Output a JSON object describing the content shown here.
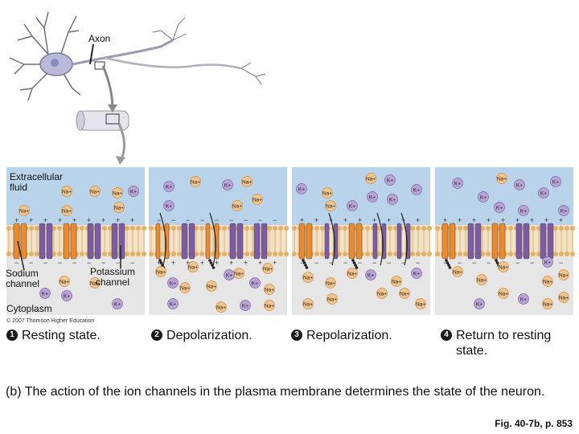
{
  "labels": {
    "axon": "Axon",
    "extracellular": "Extracellular\nfluid",
    "sodium_channel": "Sodium\nchannel",
    "potassium_channel": "Potassium\nchannel",
    "cytoplasm": "Cytoplasm",
    "copyright": "© 2007 Thomson Higher Education"
  },
  "steps": [
    {
      "num": "1",
      "text": "Resting state."
    },
    {
      "num": "2",
      "text": "Depolarization."
    },
    {
      "num": "3",
      "text": "Repolarization."
    },
    {
      "num": "4",
      "text": "Return to resting state."
    }
  ],
  "caption": "(b) The action of the ion channels in the plasma membrane determines the state of the neuron.",
  "figure_ref": "Fig. 40-7b, p. 853",
  "ions": {
    "sodium": "Na+",
    "potassium": "K+"
  },
  "colors": {
    "extracellular": "#b9d4ea",
    "cytoplasm": "#e6e6e6",
    "membrane": "#e3b06a",
    "sodium_channel": "#ef8a2c",
    "potassium_channel": "#7b5aa6",
    "na_ion": "#f2c48c",
    "k_ion": "#b8a2d6"
  }
}
